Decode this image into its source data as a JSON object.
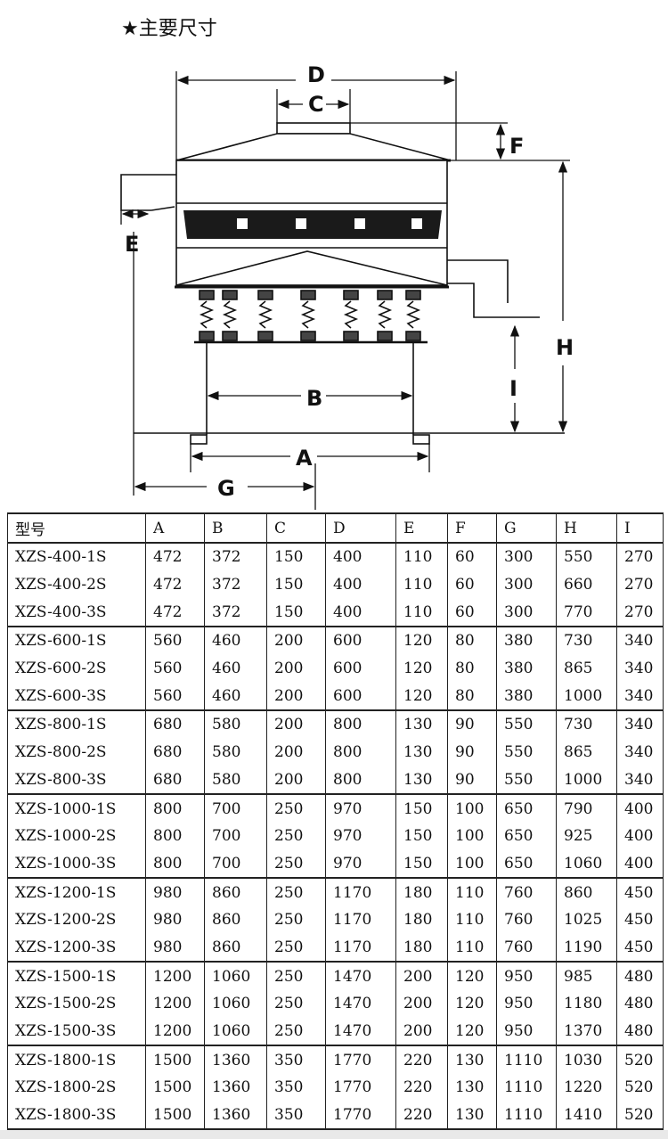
{
  "title": "★主要尺寸",
  "diagram_labels": {
    "A": "A",
    "B": "B",
    "C": "C",
    "D": "D",
    "E": "E",
    "F": "F",
    "G": "G",
    "H": "H",
    "I": "I"
  },
  "table": {
    "headers": [
      "型号",
      "A",
      "B",
      "C",
      "D",
      "E",
      "F",
      "G",
      "H",
      "I"
    ],
    "groups": [
      [
        [
          "XZS-400-1S",
          "472",
          "372",
          "150",
          "400",
          "110",
          "60",
          "300",
          "550",
          "270"
        ],
        [
          "XZS-400-2S",
          "472",
          "372",
          "150",
          "400",
          "110",
          "60",
          "300",
          "660",
          "270"
        ],
        [
          "XZS-400-3S",
          "472",
          "372",
          "150",
          "400",
          "110",
          "60",
          "300",
          "770",
          "270"
        ]
      ],
      [
        [
          "XZS-600-1S",
          "560",
          "460",
          "200",
          "600",
          "120",
          "80",
          "380",
          "730",
          "340"
        ],
        [
          "XZS-600-2S",
          "560",
          "460",
          "200",
          "600",
          "120",
          "80",
          "380",
          "865",
          "340"
        ],
        [
          "XZS-600-3S",
          "560",
          "460",
          "200",
          "600",
          "120",
          "80",
          "380",
          "1000",
          "340"
        ]
      ],
      [
        [
          "XZS-800-1S",
          "680",
          "580",
          "200",
          "800",
          "130",
          "90",
          "550",
          "730",
          "340"
        ],
        [
          "XZS-800-2S",
          "680",
          "580",
          "200",
          "800",
          "130",
          "90",
          "550",
          "865",
          "340"
        ],
        [
          "XZS-800-3S",
          "680",
          "580",
          "200",
          "800",
          "130",
          "90",
          "550",
          "1000",
          "340"
        ]
      ],
      [
        [
          "XZS-1000-1S",
          "800",
          "700",
          "250",
          "970",
          "150",
          "100",
          "650",
          "790",
          "400"
        ],
        [
          "XZS-1000-2S",
          "800",
          "700",
          "250",
          "970",
          "150",
          "100",
          "650",
          "925",
          "400"
        ],
        [
          "XZS-1000-3S",
          "800",
          "700",
          "250",
          "970",
          "150",
          "100",
          "650",
          "1060",
          "400"
        ]
      ],
      [
        [
          "XZS-1200-1S",
          "980",
          "860",
          "250",
          "1170",
          "180",
          "110",
          "760",
          "860",
          "450"
        ],
        [
          "XZS-1200-2S",
          "980",
          "860",
          "250",
          "1170",
          "180",
          "110",
          "760",
          "1025",
          "450"
        ],
        [
          "XZS-1200-3S",
          "980",
          "860",
          "250",
          "1170",
          "180",
          "110",
          "760",
          "1190",
          "450"
        ]
      ],
      [
        [
          "XZS-1500-1S",
          "1200",
          "1060",
          "250",
          "1470",
          "200",
          "120",
          "950",
          "985",
          "480"
        ],
        [
          "XZS-1500-2S",
          "1200",
          "1060",
          "250",
          "1470",
          "200",
          "120",
          "950",
          "1180",
          "480"
        ],
        [
          "XZS-1500-3S",
          "1200",
          "1060",
          "250",
          "1470",
          "200",
          "120",
          "950",
          "1370",
          "480"
        ]
      ],
      [
        [
          "XZS-1800-1S",
          "1500",
          "1360",
          "350",
          "1770",
          "220",
          "130",
          "1110",
          "1030",
          "520"
        ],
        [
          "XZS-1800-2S",
          "1500",
          "1360",
          "350",
          "1770",
          "220",
          "130",
          "1110",
          "1220",
          "520"
        ],
        [
          "XZS-1800-3S",
          "1500",
          "1360",
          "350",
          "1770",
          "220",
          "130",
          "1110",
          "1410",
          "520"
        ]
      ]
    ]
  }
}
